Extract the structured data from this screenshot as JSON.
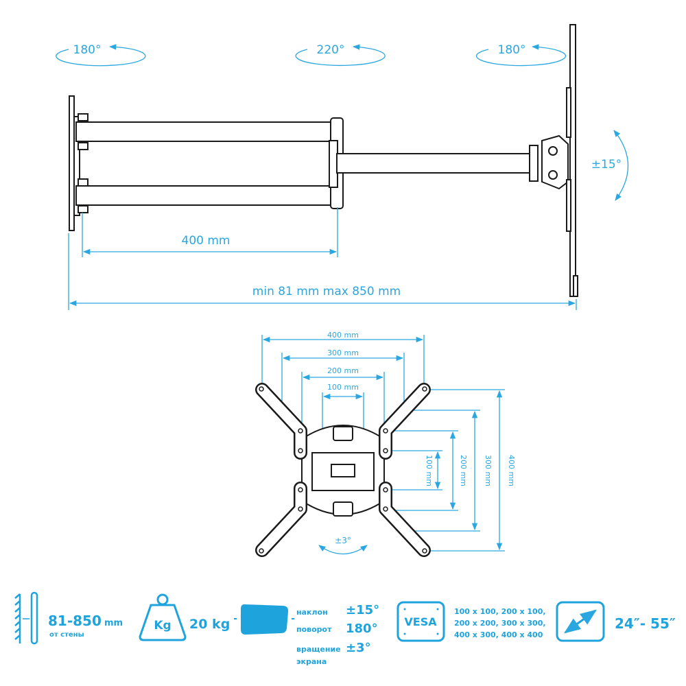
{
  "colors": {
    "accent": "#2aa7e0",
    "line": "#1a1a1a"
  },
  "side_view": {
    "rotation_wall": "180°",
    "rotation_middle": "220°",
    "rotation_head": "180°",
    "tilt": "±15°",
    "arm_length": "400 mm",
    "extension": "min 81 mm max 850 mm"
  },
  "front_view": {
    "width_dims": [
      "400 mm",
      "300 mm",
      "200 mm",
      "100 mm"
    ],
    "height_dims": [
      "100 mm",
      "200 mm",
      "300 mm",
      "400 mm"
    ],
    "screen_rotation": "±3°"
  },
  "specs": {
    "distance_value": "81-850",
    "distance_unit": "mm",
    "distance_label": "от стены",
    "weight_icon_label": "Kg",
    "weight": "20 kg",
    "tilt_label": "наклон",
    "tilt_value": "±15°",
    "swivel_label": "поворот",
    "swivel_value": "180°",
    "rotation_label_1": "вращение",
    "rotation_label_2": "экрана",
    "rotation_value": "±3°",
    "vesa_icon_label": "VESA",
    "vesa_line_1": "100 x 100, 200 x 100,",
    "vesa_line_2": "200 x 200, 300 x 300,",
    "vesa_line_3": "400 x 300, 400 x 400",
    "screen_size": "24″- 55″"
  }
}
